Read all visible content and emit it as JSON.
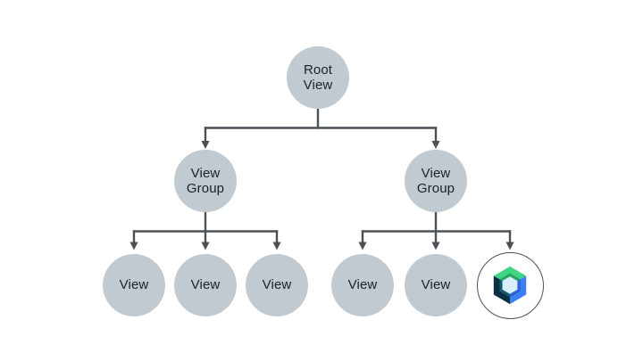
{
  "palette": {
    "background": "#ffffff",
    "node_fill": "#C1CAD0",
    "connector": "#4B5157",
    "label": "#1E2124",
    "compose_node_bg": "#ffffff",
    "compose_node_border": "#4B5157",
    "compose_green_light": "#3FD585",
    "compose_green_dark": "#2BA663",
    "compose_blue_light": "#3D7FF2",
    "compose_blue_dark": "#2B63D9",
    "compose_navy_dark": "#0A3142",
    "compose_navy_light": "#175B72",
    "compose_hex_center": "#D9EEFB"
  },
  "nodes": {
    "root": {
      "lines": [
        "Root",
        "View"
      ]
    },
    "view_group_left": {
      "lines": [
        "View",
        "Group"
      ]
    },
    "view_group_right": {
      "lines": [
        "View",
        "Group"
      ]
    },
    "view_left_1": {
      "label": "View"
    },
    "view_left_2": {
      "label": "View"
    },
    "view_left_3": {
      "label": "View"
    },
    "view_right_1": {
      "label": "View"
    },
    "view_right_2": {
      "label": "View"
    },
    "compose_leaf": {
      "icon": "jetpack-compose-logo"
    }
  }
}
